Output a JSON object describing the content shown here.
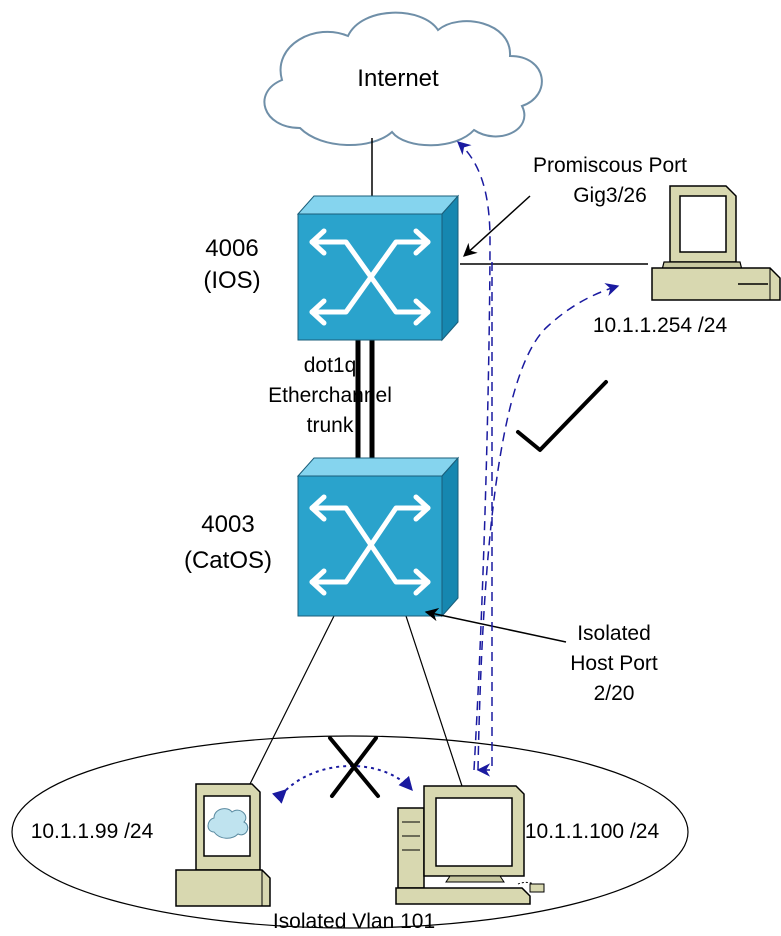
{
  "cloud": {
    "label": "Internet"
  },
  "switch_top": {
    "model": "4006",
    "os": "(IOS)"
  },
  "switch_bottom": {
    "model": "4003",
    "os": "(CatOS)"
  },
  "trunk": {
    "line1": "dot1q",
    "line2": "Etherchannel",
    "line3": "trunk"
  },
  "promiscuous_port": {
    "line1": "Promiscous Port",
    "line2": "Gig3/26"
  },
  "isolated_port": {
    "line1": "Isolated",
    "line2": "Host Port",
    "line3": "2/20"
  },
  "hosts": {
    "server": {
      "ip": "10.1.1.254 /24"
    },
    "host_a": {
      "ip": "10.1.1.99 /24"
    },
    "host_b": {
      "ip": "10.1.1.100 /24"
    }
  },
  "vlan": {
    "label": "Isolated Vlan 101"
  },
  "colors": {
    "switch_fill": "#2aa3cc",
    "flow_arrow": "#1a1aa0",
    "monitor_body": "#d8d8b0"
  }
}
